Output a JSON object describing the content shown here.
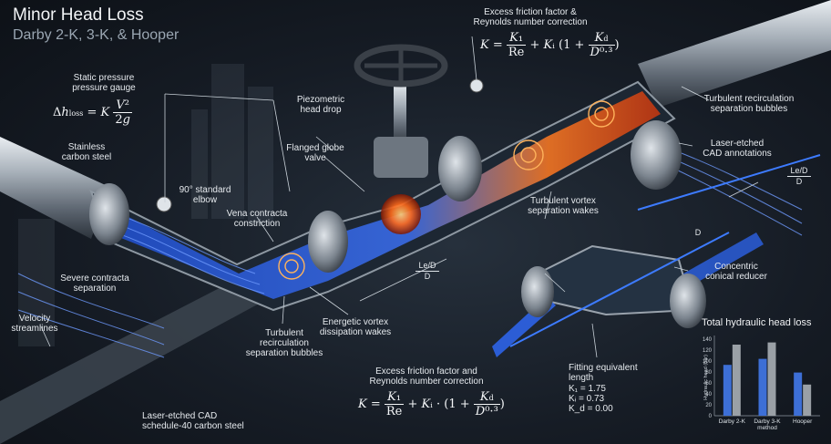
{
  "title": "Minor Head Loss",
  "subtitle": "Darby 2-K, 3-K, & Hooper",
  "labels": {
    "top_friction": "Excess friction factor &\nReynolds number correction",
    "static_gauge": "Static pressure\npressure gauge",
    "stainless": "Stainless\ncarbon steel",
    "elbow": "90° standard\nelbow",
    "piezometric": "Piezometric\nhead drop",
    "globe": "Flanged globe\nvalve",
    "vena": "Vena contracta\nconstriction",
    "severe": "Severe contracta\nseparation",
    "velocity": "Velocity\nstreamlines",
    "turb_recirc_top": "Turbulent recirculation\nseparation bubbles",
    "laser_top": "Laser-etched\nCAD annotations",
    "vortex_wakes": "Turbulent vortex\nseparation wakes",
    "energetic": "Energetic vortex\ndissipation wakes",
    "turb_recirc_bottom": "Turbulent\nrecirculation\nseparation bubbles",
    "concentric": "Concentric\nconical reducer",
    "bottom_friction": "Excess friction factor and\nReynolds number correction",
    "fitting_len": "Fitting equivalent\nlength",
    "laser_bottom": "Laser-etched CAD\nschedule-40 carbon steel",
    "led_top_num": "Le/D",
    "led_top_den": "D",
    "led_mid_num": "Le/D",
    "led_mid_den": "D",
    "d_marker": "D"
  },
  "fitting_values": [
    "K₁ = 1.75",
    "Kᵢ = 0.73",
    "K_d = 0.00"
  ],
  "chart_data": {
    "type": "bar",
    "title": "Total hydraulic head loss",
    "ylabel": "Hydraulic head (bar)",
    "categories": [
      "Darby 2-K",
      "Darby 3-K\nmethod",
      "Hooper"
    ],
    "series": [
      {
        "values": [
          93,
          104,
          79
        ],
        "color": "#3d6fd6"
      },
      {
        "values": [
          130,
          134,
          57
        ],
        "color": "#9aa0a6"
      }
    ],
    "yticks": [
      0,
      20,
      40,
      60,
      80,
      100,
      120,
      140
    ],
    "ylim": [
      0,
      140
    ]
  }
}
